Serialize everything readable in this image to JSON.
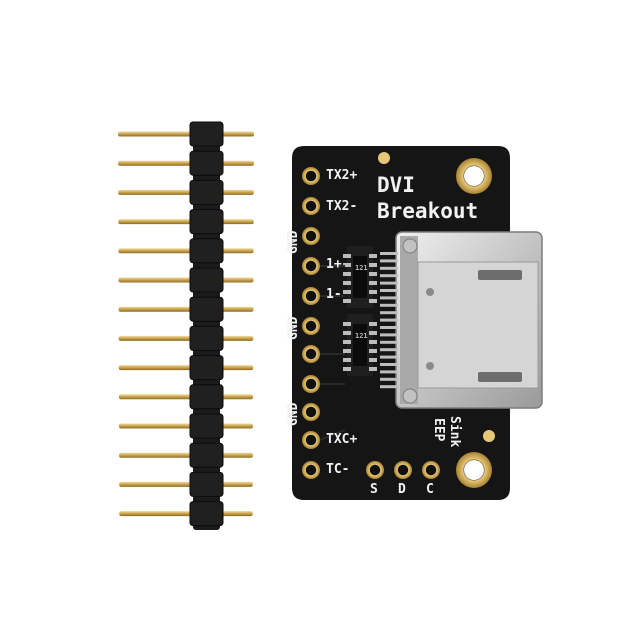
{
  "board": {
    "title_line1": "DVI",
    "title_line2": "Breakout",
    "labels": {
      "tx2p": "TX2+",
      "tx2n": "TX2-",
      "gnd1": "GND",
      "tx1p": "1+",
      "tx1n": "1-",
      "gnd2": "GND",
      "gnd3": "GND",
      "txcp": "TXC+",
      "txcn": "TC-",
      "s": "S",
      "d": "D",
      "c": "C",
      "sink": "Sink",
      "eep": "EEP"
    },
    "ic_text": [
      "121",
      "121"
    ]
  },
  "colors": {
    "pcb": "#141414",
    "gold": "#c9a24a",
    "gold_light": "#e6c879",
    "header_plastic": "#1a1a1a",
    "connector_metal": "#cfcfcf"
  }
}
